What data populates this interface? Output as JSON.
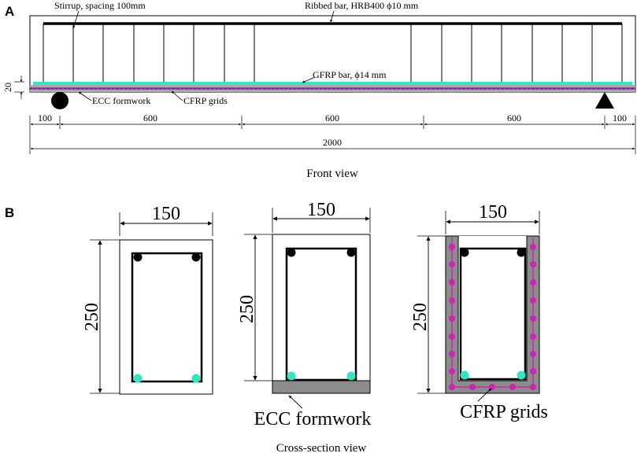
{
  "panel_a": {
    "label": "A",
    "stirrup_label": "Stirrup,  spacing 100mm",
    "ribbed_label": "Ribbed bar, HRB400 ϕ10 mm",
    "gfrp_label": "GFRP bar, ϕ14 mm",
    "ecc_label": "ECC formwork",
    "cfrp_label": "CFRP grids",
    "height_dim": "20",
    "dims": [
      "100",
      "600",
      "600",
      "600",
      "100"
    ],
    "total_dim": "2000",
    "caption": "Front view"
  },
  "panel_b": {
    "label": "B",
    "width_dim": "150",
    "height_dim": "250",
    "ecc_label": "ECC formwork",
    "cfrp_label": "CFRP grids",
    "caption": "Cross-section view"
  },
  "colors": {
    "cyan": "#33E5C0",
    "magenta": "#C926B4",
    "ecc_gray": "#8c8c8c",
    "purple_band": "#8a3a9a"
  }
}
